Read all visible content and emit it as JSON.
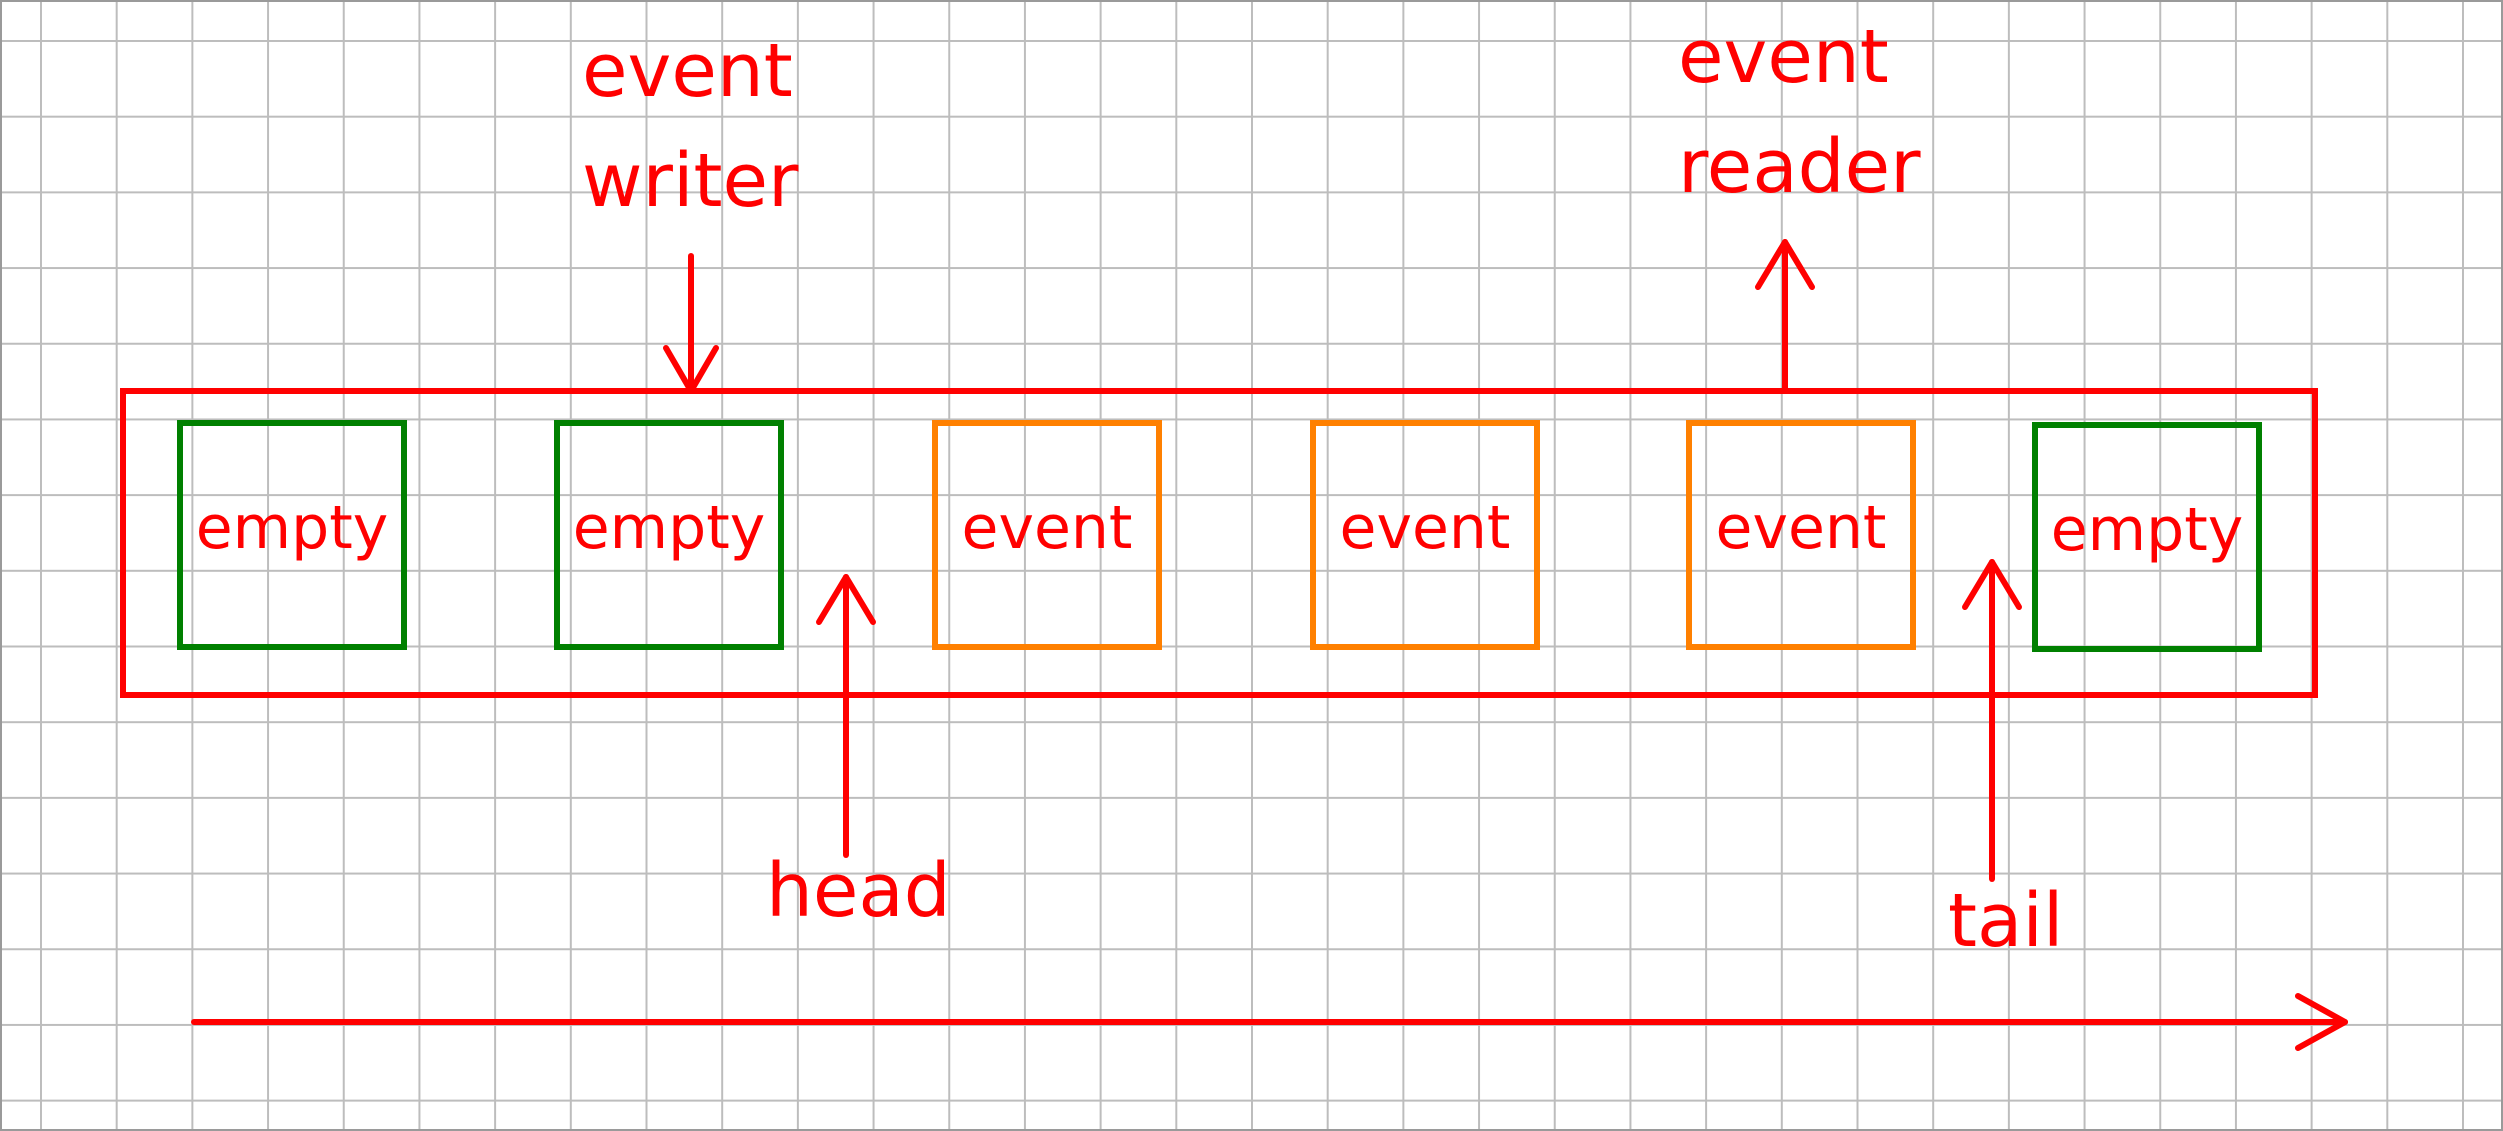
{
  "colors": {
    "accent": "#ff0000",
    "empty_slot": "#008000",
    "event_slot": "#ff8000",
    "grid": "#bdbdbd"
  },
  "labels": {
    "event_writer": [
      "event",
      "writer"
    ],
    "event_reader": [
      "event",
      "reader"
    ],
    "head": "head",
    "tail": "tail"
  },
  "slots": [
    {
      "text": "empty",
      "state": "empty"
    },
    {
      "text": "empty",
      "state": "empty"
    },
    {
      "text": "event",
      "state": "event"
    },
    {
      "text": "event",
      "state": "event"
    },
    {
      "text": "event",
      "state": "event"
    },
    {
      "text": "empty",
      "state": "empty"
    }
  ]
}
